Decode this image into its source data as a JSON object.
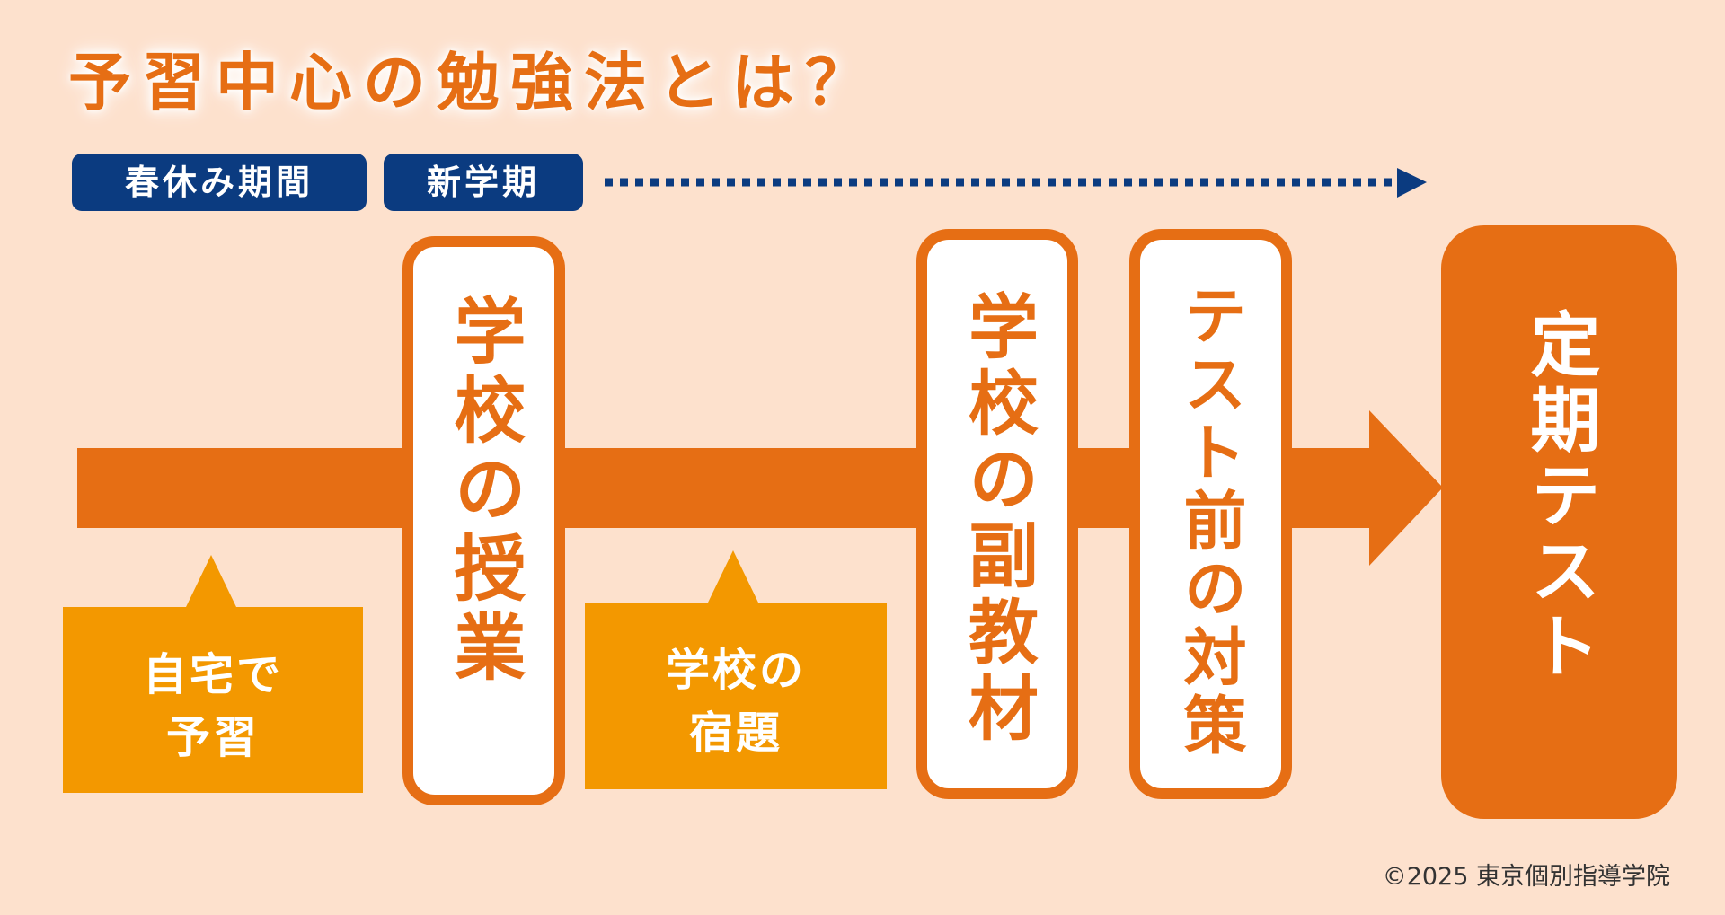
{
  "title": "予習中心の勉強法とは？",
  "periods": [
    {
      "label": "春休み期間"
    },
    {
      "label": "新学期"
    }
  ],
  "stages": [
    {
      "label": "学校の授業"
    },
    {
      "label": "学校の副教材"
    },
    {
      "label": "テスト前の対策"
    }
  ],
  "goal": {
    "label": "定期テスト"
  },
  "callouts": [
    {
      "lines": [
        "自宅で",
        "予習"
      ]
    },
    {
      "lines": [
        "学校の",
        "宿題"
      ]
    }
  ],
  "copyright": "©2025 東京個別指導学院",
  "colors": {
    "background": "#FDE1CD",
    "orange": "#E66E14",
    "callout": "#F39800",
    "navy": "#0B3B80"
  },
  "icons": {
    "timeline": "dotted-arrow-right",
    "flow": "thick-arrow-right"
  }
}
